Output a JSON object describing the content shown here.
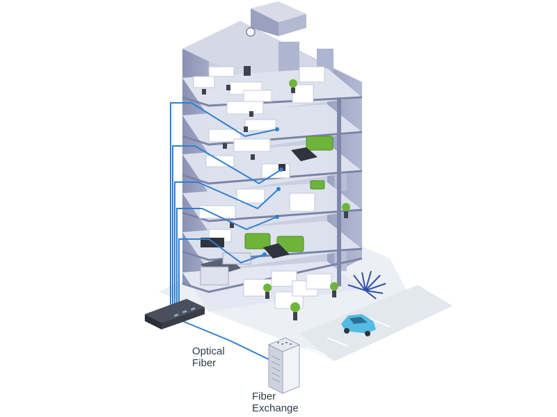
{
  "labels": {
    "optical_fiber_line1": "Optical",
    "optical_fiber_line2": "Fiber",
    "fiber_exchange_line1": "Fiber",
    "fiber_exchange_line2": "Exchange"
  },
  "colors": {
    "fiber_line": "#2f7fd0",
    "building_wall": "#8b93b6",
    "floor_slab": "#cfd4e6",
    "furniture_green": "#6fb43a",
    "car": "#54bbe3",
    "switch_device": "#2b2f36",
    "ground": "#e9ecf2"
  },
  "icons": [
    "optical-switch-icon",
    "fiber-exchange-cabinet-icon",
    "car-icon",
    "plant-icon",
    "sofa-icon",
    "clock-icon"
  ]
}
